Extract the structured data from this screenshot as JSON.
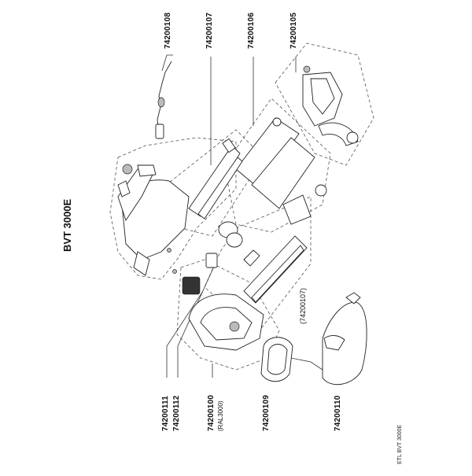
{
  "title": "BVT 3000E",
  "footer": "ETL BVT 3000E",
  "parts_top": [
    {
      "number": "74200108"
    },
    {
      "number": "74200107"
    },
    {
      "number": "74200106"
    },
    {
      "number": "74200105"
    }
  ],
  "parts_bottom": [
    {
      "number": "74200111",
      "note": ""
    },
    {
      "number": "74200112",
      "note": ""
    },
    {
      "number": "74200100",
      "note": "(RAL3000)"
    },
    {
      "number": "74200109",
      "note": ""
    },
    {
      "number": "74200110",
      "note": ""
    }
  ],
  "inline_label": "(74200107)"
}
